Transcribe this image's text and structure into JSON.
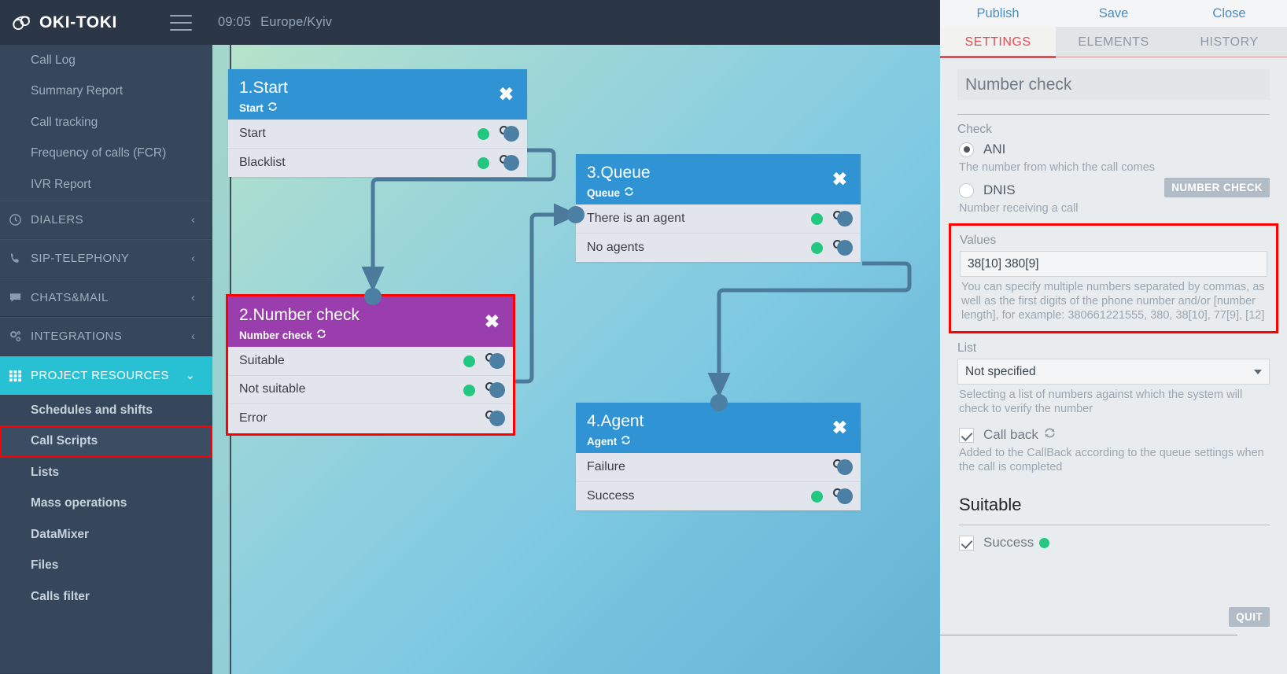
{
  "topbar": {
    "brand": "OKI-TOKI",
    "logo_icon": "cloud-logo-icon",
    "menu_icon": "hamburger-icon",
    "time": "09:05",
    "timezone": "Europe/Kyiv"
  },
  "sidebar": {
    "top_items": [
      {
        "label": "Call Log",
        "name": "sidebar-item-call-log"
      },
      {
        "label": "Summary Report",
        "name": "sidebar-item-summary-report"
      },
      {
        "label": "Call tracking",
        "name": "sidebar-item-call-tracking"
      },
      {
        "label": "Frequency of calls (FCR)",
        "name": "sidebar-item-frequency-of-calls"
      },
      {
        "label": "IVR Report",
        "name": "sidebar-item-ivr-report"
      }
    ],
    "groups": [
      {
        "label": "DIALERS",
        "icon": "clock-icon",
        "chevron": "chevron-left-icon",
        "active": false
      },
      {
        "label": "SIP-TELEPHONY",
        "icon": "phone-icon",
        "chevron": "chevron-left-icon",
        "active": false
      },
      {
        "label": "CHATS&MAIL",
        "icon": "chat-bubble-icon",
        "chevron": "chevron-left-icon",
        "active": false
      },
      {
        "label": "INTEGRATIONS",
        "icon": "gears-icon",
        "chevron": "chevron-left-icon",
        "active": false
      },
      {
        "label": "PROJECT RESOURCES",
        "icon": "grid-icon",
        "chevron": "chevron-down-icon",
        "active": true
      }
    ],
    "project_items": [
      {
        "label": "Schedules and shifts",
        "name": "sidebar-item-schedules-and-shifts",
        "highlighted": false
      },
      {
        "label": "Call Scripts",
        "name": "sidebar-item-call-scripts",
        "highlighted": true
      },
      {
        "label": "Lists",
        "name": "sidebar-item-lists",
        "highlighted": false
      },
      {
        "label": "Mass operations",
        "name": "sidebar-item-mass-operations",
        "highlighted": false
      },
      {
        "label": "DataMixer",
        "name": "sidebar-item-datamixer",
        "highlighted": false
      },
      {
        "label": "Files",
        "name": "sidebar-item-files",
        "highlighted": false
      },
      {
        "label": "Calls filter",
        "name": "sidebar-item-calls-filter",
        "highlighted": false
      }
    ]
  },
  "canvas": {
    "nodes": [
      {
        "id": "node-start",
        "title": "1.Start",
        "subtitle": "Start",
        "color": "#2f93d4",
        "close_icon": "close-icon",
        "refresh_icon": "refresh-icon",
        "rows": [
          {
            "label": "Start",
            "has_green_dot": true
          },
          {
            "label": "Blacklist",
            "has_green_dot": true
          }
        ]
      },
      {
        "id": "node-number-check",
        "title": "2.Number check",
        "subtitle": "Number check",
        "color": "#9a3ead",
        "close_icon": "close-icon",
        "refresh_icon": "refresh-icon",
        "rows": [
          {
            "label": "Suitable",
            "has_green_dot": true
          },
          {
            "label": "Not suitable",
            "has_green_dot": true
          },
          {
            "label": "Error",
            "has_green_dot": false
          }
        ]
      },
      {
        "id": "node-queue",
        "title": "3.Queue",
        "subtitle": "Queue",
        "color": "#2f93d4",
        "close_icon": "close-icon",
        "refresh_icon": "refresh-icon",
        "rows": [
          {
            "label": "There is an agent",
            "has_green_dot": true
          },
          {
            "label": "No agents",
            "has_green_dot": true
          }
        ]
      },
      {
        "id": "node-agent",
        "title": "4.Agent",
        "subtitle": "Agent",
        "color": "#2f93d4",
        "close_icon": "close-icon",
        "refresh_icon": "refresh-icon",
        "rows": [
          {
            "label": "Failure",
            "has_green_dot": false
          },
          {
            "label": "Success",
            "has_green_dot": true
          }
        ]
      }
    ]
  },
  "panel": {
    "actions": [
      {
        "label": "Publish",
        "name": "publish-button"
      },
      {
        "label": "Save",
        "name": "save-button"
      },
      {
        "label": "Close",
        "name": "close-button"
      }
    ],
    "tabs": [
      {
        "label": "SETTINGS",
        "active": true
      },
      {
        "label": "ELEMENTS",
        "active": false
      },
      {
        "label": "HISTORY",
        "active": false
      }
    ],
    "title_value": "Number check",
    "badge_number_check": "NUMBER CHECK",
    "badge_quit": "QUIT",
    "check_label": "Check",
    "radios": [
      {
        "label": "ANI",
        "checked": true,
        "help": "The number from which the call comes"
      },
      {
        "label": "DNIS",
        "checked": false,
        "help": "Number receiving a call"
      }
    ],
    "values_label": "Values",
    "values_input": "38[10] 380[9]",
    "values_help": "You can specify multiple numbers separated by commas, as well as the first digits of the phone number and/or [number length], for example: 380661221555, 380, 38[10], 77[9], [12]",
    "list_label": "List",
    "list_value": "Not specified",
    "list_help": "Selecting a list of numbers against which the system will check to verify the number",
    "callback_label": "Call back",
    "callback_checked": true,
    "callback_refresh_icon": "refresh-icon",
    "callback_help": "Added to the CallBack according to the queue settings when the call is completed",
    "suitable_heading": "Suitable",
    "success_label": "Success",
    "success_checked": true
  },
  "colors": {
    "accent_red": "#ea4a54",
    "highlight_red": "#ff0000",
    "node_blue": "#2f93d4",
    "node_purple": "#9a3ead",
    "sidebar_active": "#28c1d4",
    "green_dot": "#22c87f",
    "port_blue": "#4b80a4"
  }
}
